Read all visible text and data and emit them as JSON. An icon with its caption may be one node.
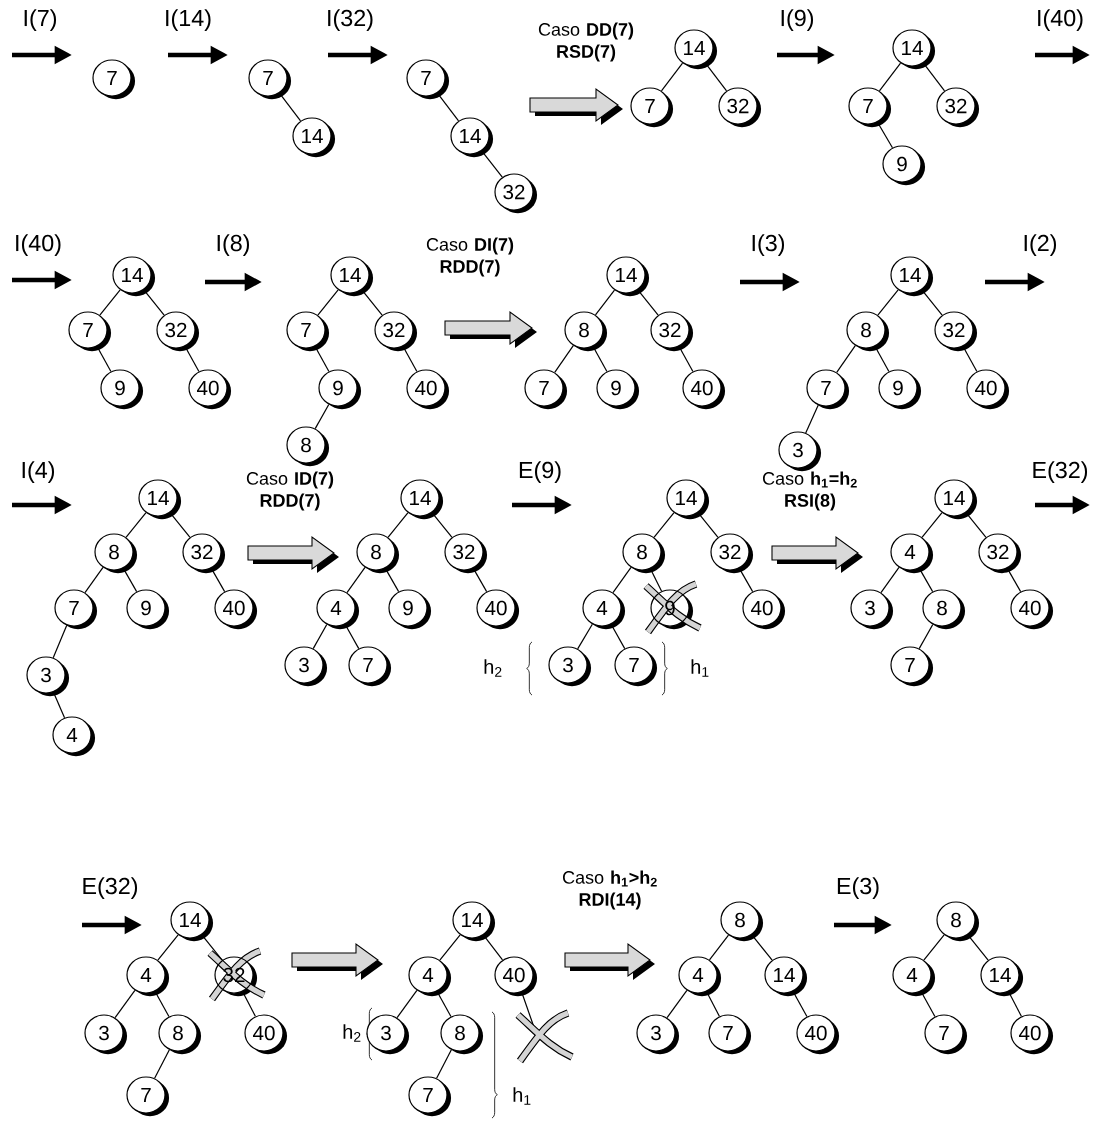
{
  "diagram": {
    "nodes": [
      {
        "text": [
          "7"
        ]
      },
      {
        "text": [
          "7"
        ]
      },
      {
        "text": [
          "14"
        ]
      },
      {
        "text": [
          "7"
        ]
      },
      {
        "text": [
          "14"
        ]
      },
      {
        "text": [
          "32"
        ]
      },
      {
        "text": [
          "14"
        ]
      },
      {
        "text": [
          "7"
        ]
      },
      {
        "text": [
          "32"
        ]
      },
      {
        "text": [
          "14"
        ]
      },
      {
        "text": [
          "7"
        ]
      },
      {
        "text": [
          "32"
        ]
      },
      {
        "text": [
          "9"
        ]
      },
      {
        "text": [
          "14"
        ]
      },
      {
        "text": [
          "7"
        ]
      },
      {
        "text": [
          "32"
        ]
      },
      {
        "text": [
          "9"
        ]
      },
      {
        "text": [
          "40"
        ]
      },
      {
        "text": [
          "14"
        ]
      },
      {
        "text": [
          "7"
        ]
      },
      {
        "text": [
          "32"
        ]
      },
      {
        "text": [
          "9"
        ]
      },
      {
        "text": [
          "40"
        ]
      },
      {
        "text": [
          "8"
        ]
      },
      {
        "text": [
          "14"
        ]
      },
      {
        "text": [
          "8"
        ]
      },
      {
        "text": [
          "32"
        ]
      },
      {
        "text": [
          "7"
        ]
      },
      {
        "text": [
          "9"
        ]
      },
      {
        "text": [
          "40"
        ]
      },
      {
        "text": [
          "14"
        ]
      },
      {
        "text": [
          "8"
        ]
      },
      {
        "text": [
          "32"
        ]
      },
      {
        "text": [
          "7"
        ]
      },
      {
        "text": [
          "9"
        ]
      },
      {
        "text": [
          "40"
        ]
      },
      {
        "text": [
          "3"
        ]
      },
      {
        "text": [
          "14"
        ]
      },
      {
        "text": [
          "8"
        ]
      },
      {
        "text": [
          "32"
        ]
      },
      {
        "text": [
          "7"
        ]
      },
      {
        "text": [
          "9"
        ]
      },
      {
        "text": [
          "40"
        ]
      },
      {
        "text": [
          "3"
        ]
      },
      {
        "text": [
          "4"
        ]
      },
      {
        "text": [
          "14"
        ]
      },
      {
        "text": [
          "8"
        ]
      },
      {
        "text": [
          "32"
        ]
      },
      {
        "text": [
          "4"
        ]
      },
      {
        "text": [
          "9"
        ]
      },
      {
        "text": [
          "40"
        ]
      },
      {
        "text": [
          "3"
        ]
      },
      {
        "text": [
          "7"
        ]
      },
      {
        "text": [
          "14"
        ]
      },
      {
        "text": [
          "8"
        ]
      },
      {
        "text": [
          "32"
        ]
      },
      {
        "text": [
          "4"
        ]
      },
      {
        "text": [
          "9"
        ]
      },
      {
        "text": [
          "40"
        ]
      },
      {
        "text": [
          "3"
        ]
      },
      {
        "text": [
          "7"
        ]
      },
      {
        "text": [
          "14"
        ]
      },
      {
        "text": [
          "4"
        ]
      },
      {
        "text": [
          "32"
        ]
      },
      {
        "text": [
          "3"
        ]
      },
      {
        "text": [
          "8"
        ]
      },
      {
        "text": [
          "40"
        ]
      },
      {
        "text": [
          "7"
        ]
      },
      {
        "text": [
          "14"
        ]
      },
      {
        "text": [
          "4"
        ]
      },
      {
        "text": [
          "32"
        ]
      },
      {
        "text": [
          "3"
        ]
      },
      {
        "text": [
          "8"
        ]
      },
      {
        "text": [
          "40"
        ]
      },
      {
        "text": [
          "7"
        ]
      },
      {
        "text": [
          "14"
        ]
      },
      {
        "text": [
          "4"
        ]
      },
      {
        "text": [
          "40"
        ]
      },
      {
        "text": [
          "3"
        ]
      },
      {
        "text": [
          "8"
        ]
      },
      {
        "text": [
          "7"
        ]
      },
      {
        "text": [
          "8"
        ]
      },
      {
        "text": [
          "4"
        ]
      },
      {
        "text": [
          "14"
        ]
      },
      {
        "text": [
          "3"
        ]
      },
      {
        "text": [
          "7"
        ]
      },
      {
        "text": [
          "40"
        ]
      },
      {
        "text": [
          "8"
        ]
      },
      {
        "text": [
          "4"
        ]
      },
      {
        "text": [
          "14"
        ]
      },
      {
        "text": [
          "7"
        ]
      },
      {
        "text": [
          "40"
        ]
      }
    ],
    "edges": [
      {
        "from": 1,
        "to": 2,
        "arrow": "none"
      },
      {
        "from": 3,
        "to": 4,
        "arrow": "none"
      },
      {
        "from": 4,
        "to": 5,
        "arrow": "none"
      },
      {
        "from": 6,
        "to": 7,
        "arrow": "none"
      },
      {
        "from": 6,
        "to": 8,
        "arrow": "none"
      },
      {
        "from": 9,
        "to": 10,
        "arrow": "none"
      },
      {
        "from": 9,
        "to": 11,
        "arrow": "none"
      },
      {
        "from": 10,
        "to": 12,
        "arrow": "none"
      },
      {
        "from": 13,
        "to": 14,
        "arrow": "none"
      },
      {
        "from": 13,
        "to": 15,
        "arrow": "none"
      },
      {
        "from": 14,
        "to": 16,
        "arrow": "none"
      },
      {
        "from": 15,
        "to": 17,
        "arrow": "none"
      },
      {
        "from": 18,
        "to": 19,
        "arrow": "none"
      },
      {
        "from": 18,
        "to": 20,
        "arrow": "none"
      },
      {
        "from": 19,
        "to": 21,
        "arrow": "none"
      },
      {
        "from": 20,
        "to": 22,
        "arrow": "none"
      },
      {
        "from": 21,
        "to": 23,
        "arrow": "none"
      },
      {
        "from": 24,
        "to": 25,
        "arrow": "none"
      },
      {
        "from": 24,
        "to": 26,
        "arrow": "none"
      },
      {
        "from": 25,
        "to": 27,
        "arrow": "none"
      },
      {
        "from": 25,
        "to": 28,
        "arrow": "none"
      },
      {
        "from": 26,
        "to": 29,
        "arrow": "none"
      },
      {
        "from": 30,
        "to": 31,
        "arrow": "none"
      },
      {
        "from": 30,
        "to": 32,
        "arrow": "none"
      },
      {
        "from": 31,
        "to": 33,
        "arrow": "none"
      },
      {
        "from": 31,
        "to": 34,
        "arrow": "none"
      },
      {
        "from": 32,
        "to": 35,
        "arrow": "none"
      },
      {
        "from": 33,
        "to": 36,
        "arrow": "none"
      },
      {
        "from": 37,
        "to": 38,
        "arrow": "none"
      },
      {
        "from": 37,
        "to": 39,
        "arrow": "none"
      },
      {
        "from": 38,
        "to": 40,
        "arrow": "none"
      },
      {
        "from": 38,
        "to": 41,
        "arrow": "none"
      },
      {
        "from": 39,
        "to": 42,
        "arrow": "none"
      },
      {
        "from": 40,
        "to": 43,
        "arrow": "none"
      },
      {
        "from": 43,
        "to": 44,
        "arrow": "none"
      },
      {
        "from": 45,
        "to": 46,
        "arrow": "none"
      },
      {
        "from": 45,
        "to": 47,
        "arrow": "none"
      },
      {
        "from": 46,
        "to": 48,
        "arrow": "none"
      },
      {
        "from": 46,
        "to": 49,
        "arrow": "none"
      },
      {
        "from": 47,
        "to": 50,
        "arrow": "none"
      },
      {
        "from": 48,
        "to": 51,
        "arrow": "none"
      },
      {
        "from": 48,
        "to": 52,
        "arrow": "none"
      },
      {
        "from": 53,
        "to": 54,
        "arrow": "none"
      },
      {
        "from": 53,
        "to": 55,
        "arrow": "none"
      },
      {
        "from": 54,
        "to": 56,
        "arrow": "none"
      },
      {
        "from": 54,
        "to": 57,
        "arrow": "none"
      },
      {
        "from": 55,
        "to": 58,
        "arrow": "none"
      },
      {
        "from": 56,
        "to": 59,
        "arrow": "none"
      },
      {
        "from": 56,
        "to": 60,
        "arrow": "none"
      },
      {
        "from": 61,
        "to": 62,
        "arrow": "none"
      },
      {
        "from": 61,
        "to": 63,
        "arrow": "none"
      },
      {
        "from": 62,
        "to": 64,
        "arrow": "none"
      },
      {
        "from": 62,
        "to": 65,
        "arrow": "none"
      },
      {
        "from": 63,
        "to": 66,
        "arrow": "none"
      },
      {
        "from": 65,
        "to": 67,
        "arrow": "none"
      },
      {
        "from": 68,
        "to": 69,
        "arrow": "none"
      },
      {
        "from": 68,
        "to": 70,
        "arrow": "none"
      },
      {
        "from": 69,
        "to": 71,
        "arrow": "none"
      },
      {
        "from": 69,
        "to": 72,
        "arrow": "none"
      },
      {
        "from": 70,
        "to": 73,
        "arrow": "none"
      },
      {
        "from": 72,
        "to": 74,
        "arrow": "none"
      },
      {
        "from": 75,
        "to": 76,
        "arrow": "none"
      },
      {
        "from": 75,
        "to": 77,
        "arrow": "none"
      },
      {
        "from": 76,
        "to": 78,
        "arrow": "none"
      },
      {
        "from": 76,
        "to": 79,
        "arrow": "none"
      },
      {
        "from": 79,
        "to": 80,
        "arrow": "none"
      },
      {
        "from": 81,
        "to": 82,
        "arrow": "none"
      },
      {
        "from": 81,
        "to": 83,
        "arrow": "none"
      },
      {
        "from": 82,
        "to": 84,
        "arrow": "none"
      },
      {
        "from": 82,
        "to": 85,
        "arrow": "none"
      },
      {
        "from": 83,
        "to": 86,
        "arrow": "none"
      },
      {
        "from": 87,
        "to": 88,
        "arrow": "none"
      },
      {
        "from": 87,
        "to": 89,
        "arrow": "none"
      },
      {
        "from": 88,
        "to": 90,
        "arrow": "none"
      },
      {
        "from": 89,
        "to": 91,
        "arrow": "none"
      },
      {
        "from": 4,
        "to": 7,
        "arrow": "to",
        "style": "thick"
      },
      {
        "from": 20,
        "to": 25,
        "arrow": "to",
        "style": "thick"
      },
      {
        "from": 39,
        "to": 46,
        "arrow": "to",
        "style": "thick"
      },
      {
        "from": 55,
        "to": 62,
        "arrow": "to",
        "style": "thick"
      },
      {
        "from": 70,
        "to": 76,
        "arrow": "to",
        "style": "thick"
      },
      {
        "from": 77,
        "to": 82,
        "arrow": "to",
        "style": "thick"
      }
    ],
    "labels": [
      "I(7)",
      "I(14)",
      "I(32)",
      "Caso **DD(7)** **RSD(7)**",
      "I(9)",
      "I(40)",
      "I(40)",
      "I(8)",
      "Caso **DI(7)** **RDD(7)**",
      "I(3)",
      "I(2)",
      "I(4)",
      "Caso **ID(7)** **RDD(7)**",
      "E(9)",
      "Caso **h$_{1}$=h$_{2}$** **RSI(8)**",
      "E(32)",
      "h$_{2}$",
      "h$_{1}$",
      "E(32)",
      "Caso **h$_{1}$>h$_{2}$** **RDI(14)**",
      "E(3)",
      "h$_{2}$",
      "h$_{1}$"
    ]
  }
}
